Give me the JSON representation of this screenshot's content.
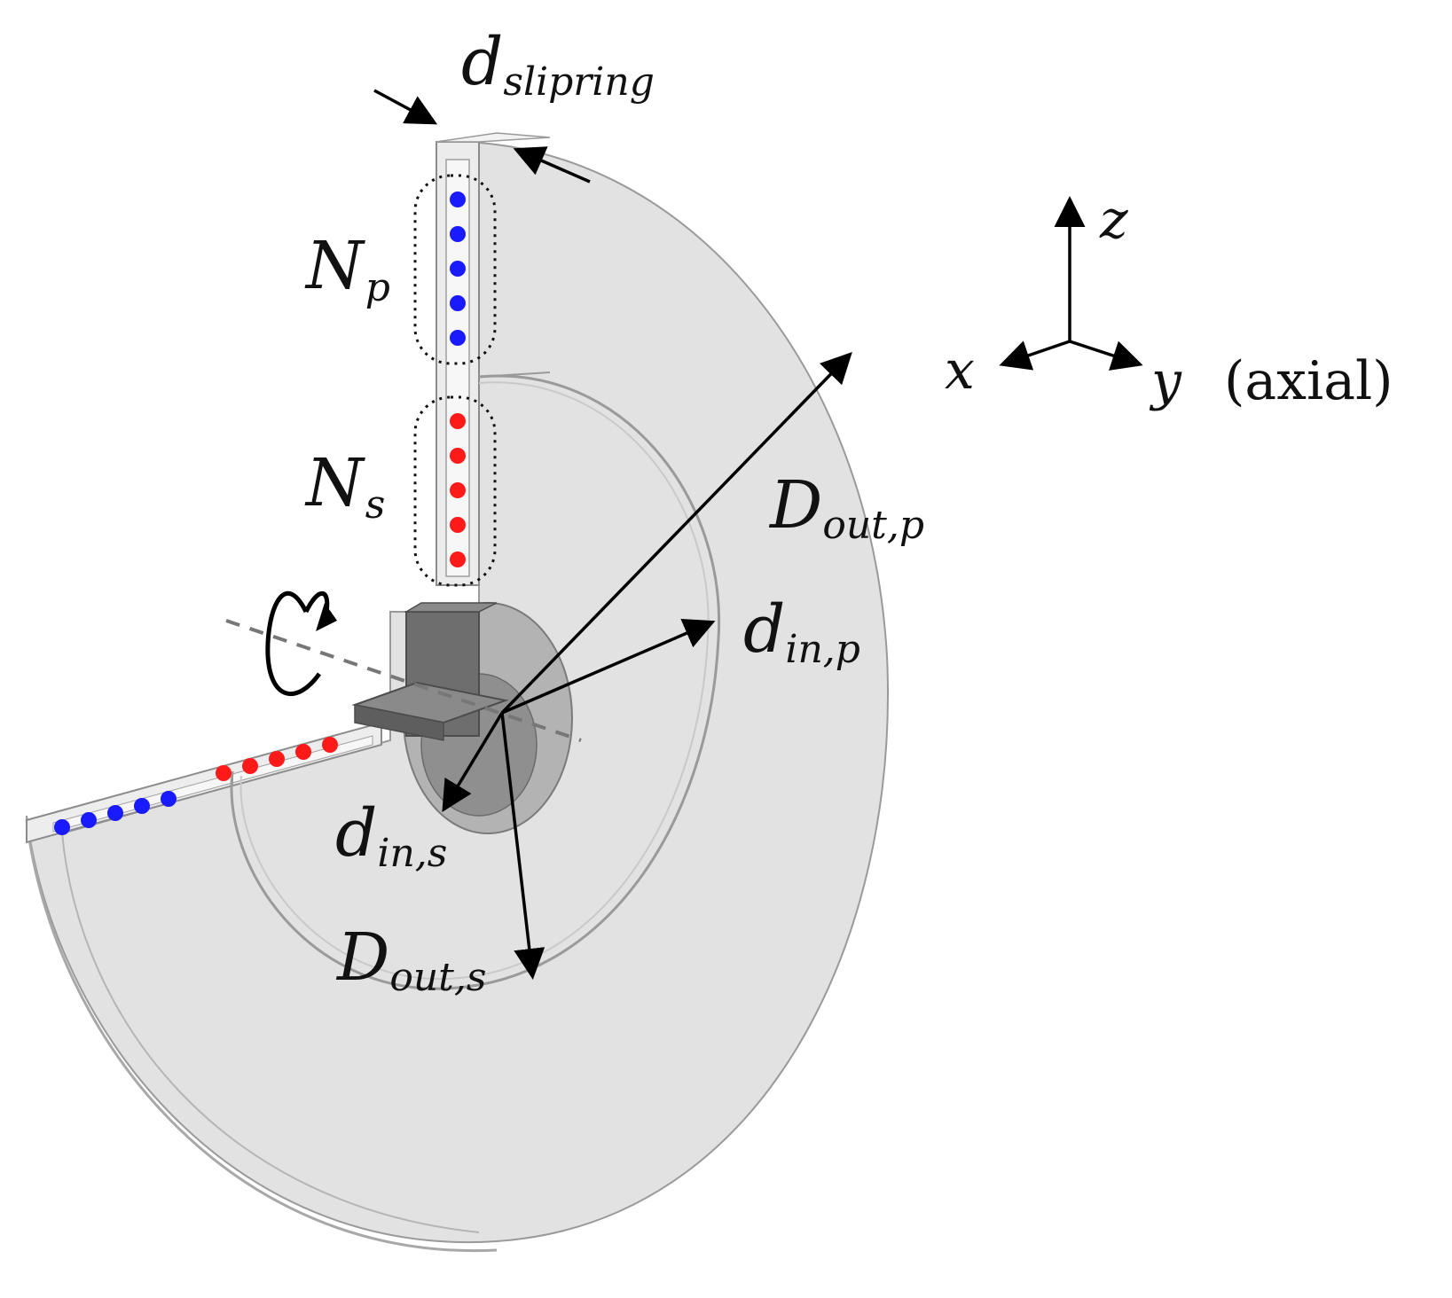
{
  "labels": {
    "d_slipring": {
      "base": "d",
      "sub": "slipring"
    },
    "N_p": {
      "base": "N",
      "sub": "p"
    },
    "N_s": {
      "base": "N",
      "sub": "s"
    },
    "D_out_p": {
      "base": "D",
      "sub": "out,p"
    },
    "d_in_p": {
      "base": "d",
      "sub": "in,p"
    },
    "d_in_s": {
      "base": "d",
      "sub": "in,s"
    },
    "D_out_s": {
      "base": "D",
      "sub": "out,s"
    }
  },
  "axes": {
    "z": "z",
    "x": "x",
    "y": "y",
    "y_note": "(axial)"
  },
  "colors": {
    "primary_coil": "#1a1aff",
    "secondary_coil": "#ff1a1a",
    "housing": "#e2e2e2",
    "housing_edge": "#9a9a9a",
    "shaft": "#6e6e6e",
    "hub": "#b3b3b3"
  },
  "icons": {
    "rotation": "curved-rotation-arrow-icon"
  }
}
